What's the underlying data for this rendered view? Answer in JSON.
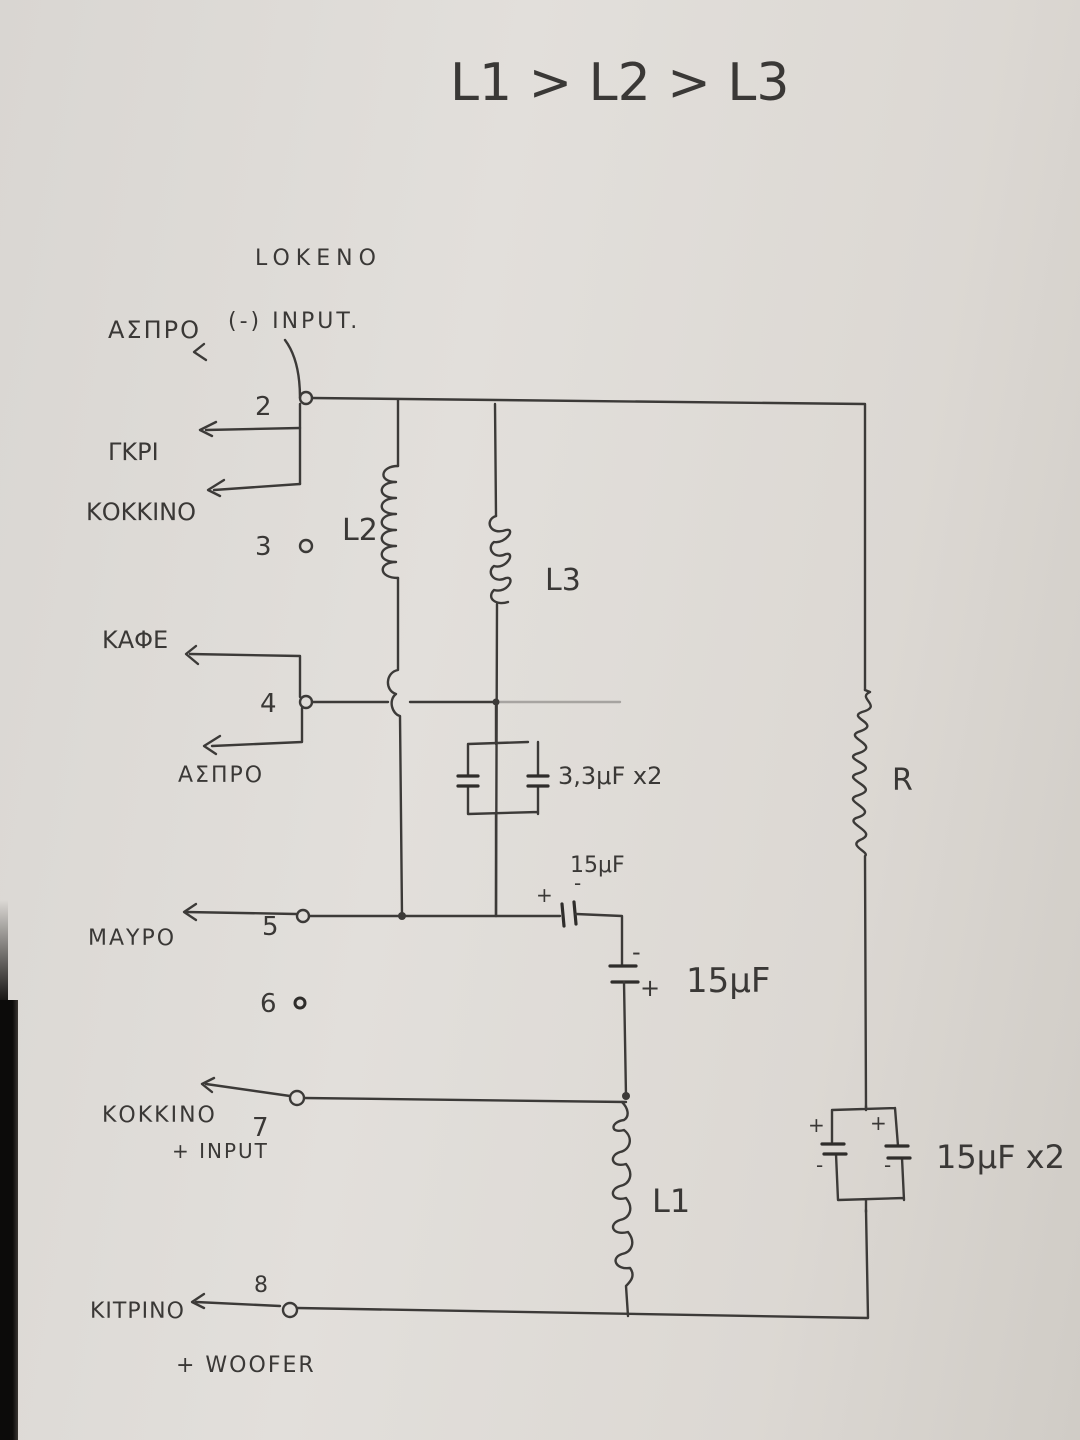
{
  "title": "L1 > L2 > L3",
  "header": {
    "top_label": "LOKENO",
    "input_note": "(-) INPUT."
  },
  "terminals": [
    {
      "number": "2",
      "wires": [
        "ΑΣΠΡΟ",
        "ΓΚΡΙ",
        "ΚΟΚΚΙΝΟ"
      ]
    },
    {
      "number": "3",
      "wires": []
    },
    {
      "number": "4",
      "wires": [
        "ΚΑΦΕ",
        "ΑΣΠΡΟ"
      ]
    },
    {
      "number": "5",
      "wires": [
        "ΜΑΥΡΟ"
      ]
    },
    {
      "number": "6",
      "wires": []
    },
    {
      "number": "7",
      "wires": [
        "ΚΟΚΚΙΝΟ"
      ],
      "note": "+ INPUT"
    },
    {
      "number": "8",
      "wires": [
        "ΚΙΤΡΙΝΟ"
      ],
      "note": "+ WOOFER"
    }
  ],
  "components": {
    "L1": {
      "label": "L1"
    },
    "L2": {
      "label": "L2"
    },
    "L3": {
      "label": "L3"
    },
    "R": {
      "label": "R"
    },
    "C_pair_small": {
      "label": "3,3μF x2"
    },
    "C_series_top": {
      "label": "15μF",
      "plus": "+",
      "minus": "-"
    },
    "C_series_vertical": {
      "label": "15μF",
      "plus": "+",
      "minus": "-"
    },
    "C_pair_large": {
      "label": "15μF x2",
      "plus": "+",
      "minus": "-"
    }
  },
  "colors": {
    "ink": "#3a3836",
    "paper": "#e0ddd9"
  }
}
